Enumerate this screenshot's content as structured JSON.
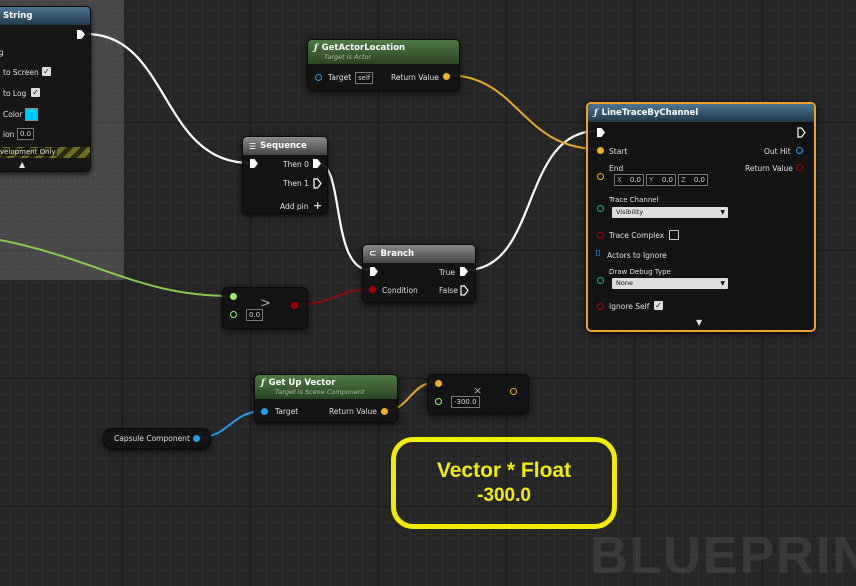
{
  "colors": {
    "exec": "#ffffff",
    "boolean": "#a80000",
    "float": "#9cef6b",
    "vector": "#f0b020",
    "object": "#1ea0e8",
    "selected_border": "#f0a028",
    "callout": "#f2ec00"
  },
  "print_string_node": {
    "title": "String",
    "rows": [
      {
        "label": "ring"
      },
      {
        "label": "to Screen",
        "checked": true
      },
      {
        "label": "to Log",
        "checked": true
      },
      {
        "label": "Color",
        "swatch": "#00c8ff"
      },
      {
        "label": "ion",
        "value": "0.0"
      }
    ],
    "footer": "velopment Only",
    "expand_icon": "triangle-up-icon"
  },
  "get_actor_location_node": {
    "icon": "function-icon",
    "title": "GetActorLocation",
    "subtitle": "Target is Actor",
    "target_label": "Target",
    "target_value": "self",
    "return_label": "Return Value"
  },
  "sequence_node": {
    "icon": "sequence-icon",
    "title": "Sequence",
    "then0": "Then 0",
    "then1": "Then 1",
    "add_pin": "Add pin",
    "add_icon": "plus-icon"
  },
  "branch_node": {
    "icon": "branch-icon",
    "title": "Branch",
    "condition": "Condition",
    "true_label": "True",
    "false_label": "False"
  },
  "float_node": {
    "value": "0.0"
  },
  "line_trace_node": {
    "icon": "function-icon",
    "title": "LineTraceByChannel",
    "start": "Start",
    "end": "End",
    "out_hit": "Out Hit",
    "return_value": "Return Value",
    "end_x_label": "X",
    "end_x": "0.0",
    "end_y_label": "Y",
    "end_y": "0.0",
    "end_z_label": "Z",
    "end_z": "0.0",
    "trace_channel_label": "Trace Channel",
    "trace_channel_value": "Visibility",
    "trace_complex": "Trace Complex",
    "trace_complex_checked": false,
    "actors_to_ignore": "Actors to Ignore",
    "draw_debug_label": "Draw Debug Type",
    "draw_debug_value": "None",
    "ignore_self": "Ignore Self",
    "ignore_self_checked": true,
    "expand_icon": "triangle-down-icon"
  },
  "get_up_vector_node": {
    "icon": "function-icon",
    "title": "Get Up Vector",
    "subtitle": "Target is Scene Component",
    "target_label": "Target",
    "return_label": "Return Value"
  },
  "multiply_node": {
    "symbol": "×",
    "value": "-300.0"
  },
  "capsule_node": {
    "label": "Capsule Component"
  },
  "callout": {
    "line1": "Vector * Float",
    "line2": "-300.0"
  },
  "watermark": "BLUEPRINT"
}
